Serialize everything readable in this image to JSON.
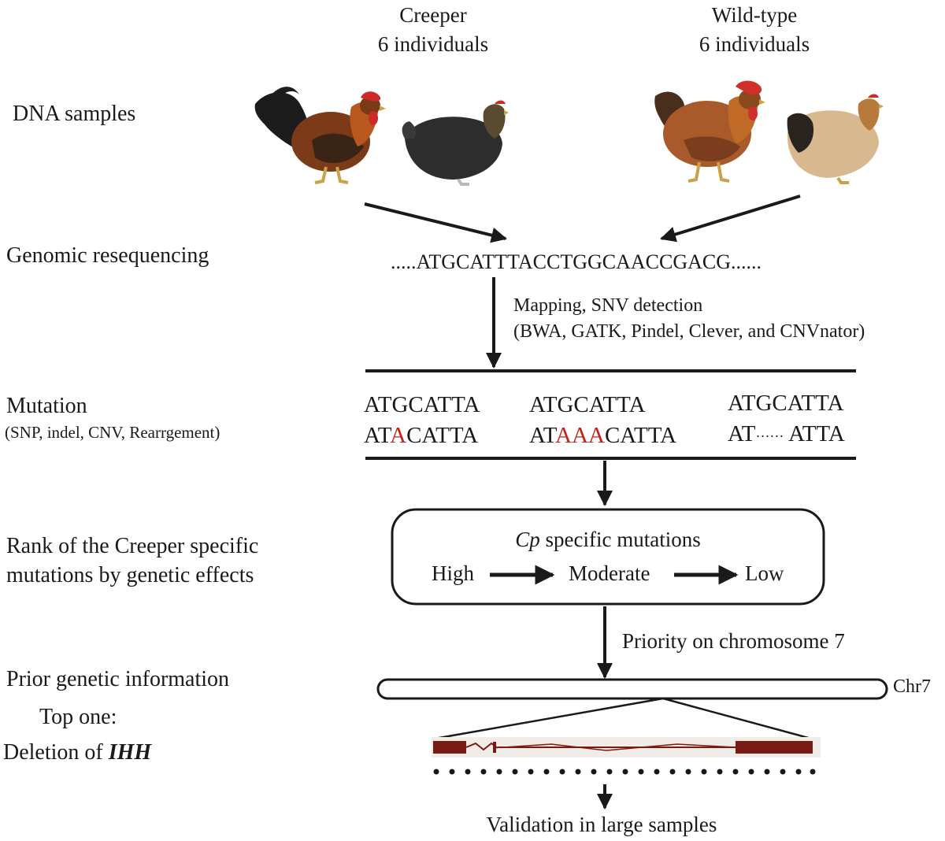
{
  "groups": {
    "creeper": {
      "name": "Creeper",
      "count": "6 individuals"
    },
    "wildtype": {
      "name": "Wild-type",
      "count": "6 individuals"
    }
  },
  "steps": {
    "dna": "DNA samples",
    "reseq": "Genomic resequencing",
    "mutation": "Mutation",
    "mutation_types": "(SNP, indel, CNV, Rearrgement)",
    "rank_line1": "Rank of the Creeper specific",
    "rank_line2": "mutations by genetic effects",
    "prior": "Prior genetic information",
    "top_one": "Top one:",
    "deletion_prefix": "Deletion of ",
    "deletion_gene": "IHH"
  },
  "sequence": ".....ATGCATTTACCTGGCAACCGACG......",
  "pipeline": {
    "mapping_line1": "Mapping, SNV detection",
    "mapping_line2": "(BWA, GATK, Pindel, Clever, and CNVnator)",
    "priority": "Priority on chromosome 7",
    "chromosome": "Chr7",
    "validation": "Validation in large samples"
  },
  "mutations": [
    {
      "ref": "ATGCATTA",
      "alt_pre": "AT",
      "alt_mut": "A",
      "alt_post": "CATTA"
    },
    {
      "ref": "ATGCATTA",
      "alt_pre": "AT",
      "alt_mut": "AAA",
      "alt_post": "CATTA"
    },
    {
      "ref": "ATGCATTA",
      "alt_pre": "AT",
      "alt_mut": "······",
      "alt_post": " ATTA"
    }
  ],
  "rank_box": {
    "title_italic": "Cp",
    "title_rest": " specific mutations",
    "levels": [
      "High",
      "Moderate",
      "Low"
    ]
  },
  "colors": {
    "mutation_highlight": "#c8201b",
    "gene_exon": "#7a1a14",
    "text": "#1a1a1a"
  }
}
